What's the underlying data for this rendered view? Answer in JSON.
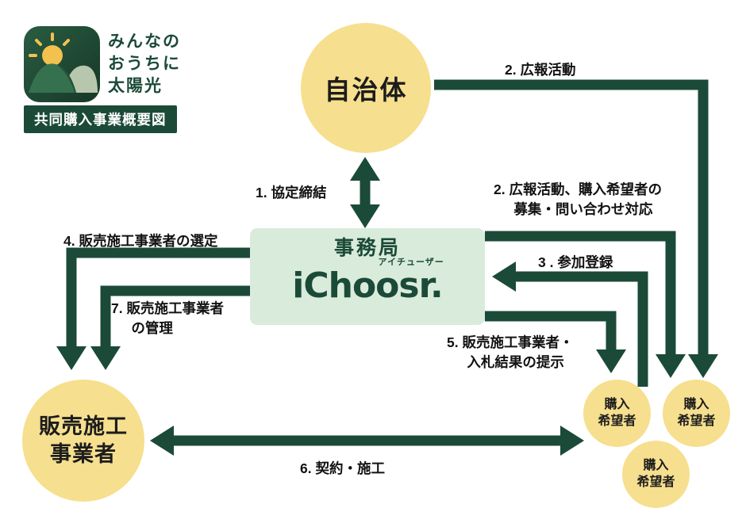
{
  "header": {
    "brand_line1": "みんなの",
    "brand_line2": "おうちに",
    "brand_line3": "太陽光",
    "badge": "共同購入事業概要図",
    "logo_icon": "sun-mountain-solar-logo"
  },
  "nodes": {
    "municipality": "自治体",
    "office_title": "事務局",
    "office_brand": "iChoosr.",
    "office_brand_ruby": "アイチューザー",
    "vendor": "販売施工\n事業者",
    "buyer": "購入\n希望者"
  },
  "arrows": {
    "a1": "1. 協定締結",
    "a2": "2. 広報活動",
    "a2b": "2. 広報活動、購入希望者の\n募集・問い合わせ対応",
    "a3": "3 . 参加登録",
    "a4": "4. 販売施工事業者の選定",
    "a5": "5. 販売施工事業者・\n入札結果の提示",
    "a6": "6. 契約・施工",
    "a7": "7. 販売施工事業者\nの管理"
  },
  "colors": {
    "arrow_green": "#1B4A38",
    "node_yellow": "#F6DF8E",
    "office_green": "#D9EBDA",
    "brand_green": "#1B4A38",
    "label_dark": "#121212",
    "badge_text": "#FFFFFF"
  }
}
